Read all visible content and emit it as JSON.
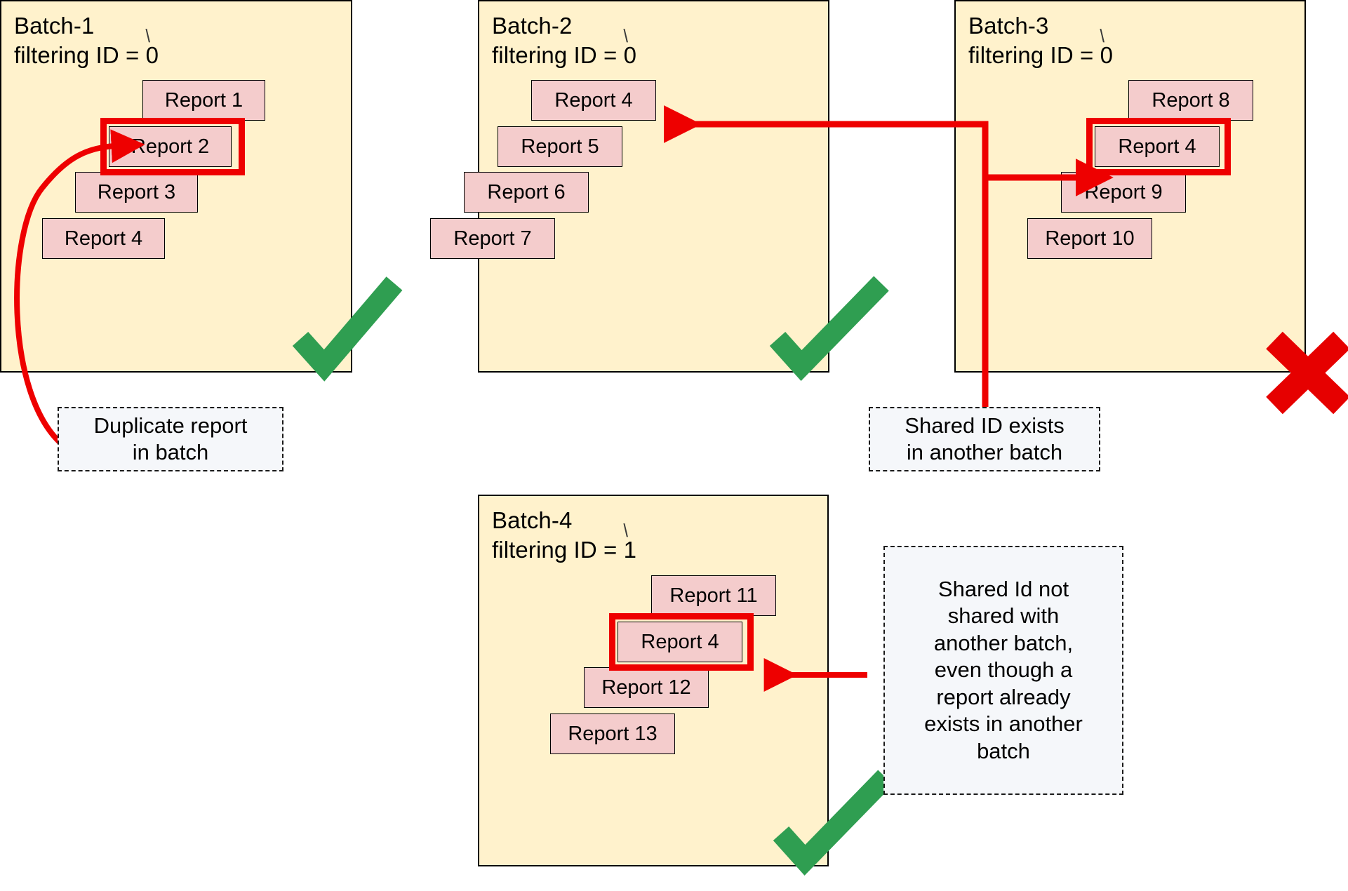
{
  "diagram": {
    "title_tick_glyph": "\\",
    "colors": {
      "batch_fill": "#fff2cc",
      "batch_border": "#000000",
      "report_fill": "#f4cccc",
      "report_border": "#000000",
      "highlight": "#ee0000",
      "arrow": "#ee0000",
      "check": "#2f9e51",
      "cross": "#e60000",
      "callout_fill": "#f5f7fa",
      "callout_border": "#1a1a1a"
    },
    "batches": [
      {
        "id": "batch-1",
        "name": "Batch-1",
        "filter_label": "filtering ID = 0",
        "status": "valid",
        "status_icon": "check-icon",
        "reports": [
          "Report 1",
          "Report 2",
          "Report 3",
          "Report 4"
        ],
        "highlighted_report": "Report 2"
      },
      {
        "id": "batch-2",
        "name": "Batch-2",
        "filter_label": "filtering ID = 0",
        "status": "valid",
        "status_icon": "check-icon",
        "reports": [
          "Report 4",
          "Report 5",
          "Report 6",
          "Report 7"
        ],
        "highlighted_report": null
      },
      {
        "id": "batch-3",
        "name": "Batch-3",
        "filter_label": "filtering ID = 0",
        "status": "invalid",
        "status_icon": "cross-icon",
        "reports": [
          "Report 8",
          "Report 4",
          "Report 9",
          "Report 10"
        ],
        "highlighted_report": "Report 4"
      },
      {
        "id": "batch-4",
        "name": "Batch-4",
        "filter_label": "filtering ID = 1",
        "status": "valid",
        "status_icon": "check-icon",
        "reports": [
          "Report 11",
          "Report 4",
          "Report 12",
          "Report 13"
        ],
        "highlighted_report": "Report 4"
      }
    ],
    "callouts": [
      {
        "id": "callout-duplicate",
        "text": "Duplicate report\nin batch"
      },
      {
        "id": "callout-shared-id-exists",
        "text": "Shared ID exists\nin another batch"
      },
      {
        "id": "callout-shared-id-not-shared",
        "text": "Shared Id not\nshared with\nanother batch,\neven though a\nreport already\nexists in another\nbatch"
      }
    ]
  }
}
